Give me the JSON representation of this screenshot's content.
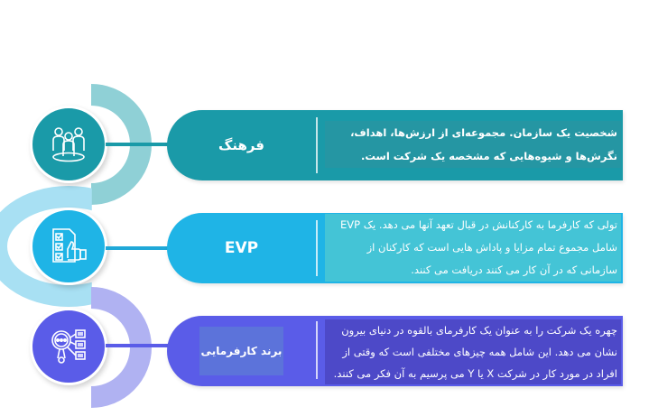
{
  "colors": {
    "culture": "#1a9aa8",
    "culture_light": "#8fd0d6",
    "evp": "#1fb4e6",
    "evp_light": "#a8e0f3",
    "brand": "#5a5ce8",
    "brand_light": "#b0b2f2"
  },
  "items": [
    {
      "icon": "people-group-icon",
      "label": "فرهنگ",
      "description": "شخصیت یک سازمان. مجموعه‌ای از ارزش‌ها، اهداف، نگرش‌ها و شیوه‌هایی که مشخصه یک شرکت است."
    },
    {
      "icon": "checklist-thumbs-up-icon",
      "label": "EVP",
      "description": "تولی که کارفرما به کارکنانش در قبال تعهد آنها می دهد. یک EVP شامل مجموع تمام مزایا و پاداش هایی است که کارکنان از سازمانی که در آن کار می کنند دریافت می کنند."
    },
    {
      "icon": "search-analysis-icon",
      "label": "برند کارفرمایی",
      "description": "چهره یک شرکت را به عنوان یک کارفرمای بالقوه در دنیای بیرون نشان می دهد. این شامل همه چیزهای مختلفی است که وقتی از افراد در مورد کار در شرکت X یا Y می پرسیم به آن فکر می کنند."
    }
  ]
}
